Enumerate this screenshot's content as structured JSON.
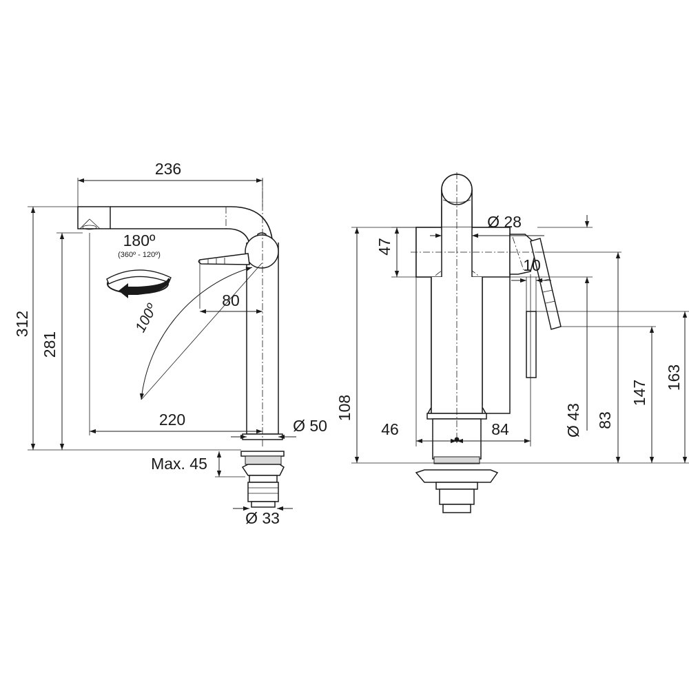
{
  "side_view": {
    "width_total": "236",
    "height_total": "312",
    "height_spout": "281",
    "rotation_angle": "180º",
    "rotation_range": "(360º - 120º)",
    "lever_angle": "100º",
    "lever_offset": "80",
    "reach": "220",
    "base_diameter": "Ø 50",
    "max_thickness": "Max. 45",
    "shank_diameter": "Ø 33"
  },
  "front_view": {
    "spout_diameter": "Ø 28",
    "lever_width": "10",
    "dim_47": "47",
    "dim_108": "108",
    "dim_46": "46",
    "dim_84": "84",
    "body_diameter": "Ø 43",
    "dim_83": "83",
    "dim_147": "147",
    "dim_163": "163"
  }
}
